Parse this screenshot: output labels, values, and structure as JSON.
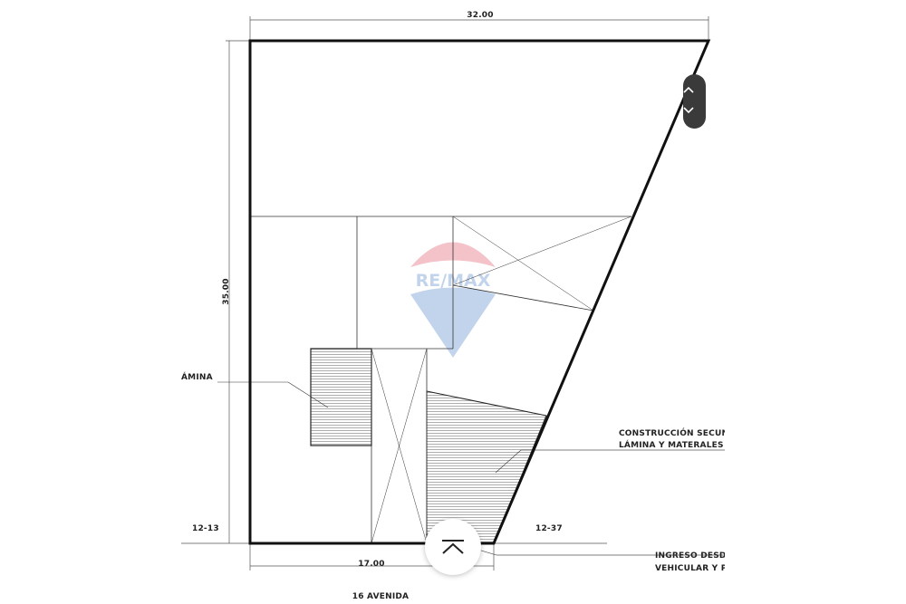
{
  "plan": {
    "dim_top": "32.00",
    "dim_left": "35.00",
    "dim_bottom": "17.00",
    "label_lamina": "ÁMINA",
    "label_construccion_1": "CONSTRUCCIÓN SECUND",
    "label_construccion_2": "LÁMINA Y MATERALES V",
    "label_left_corner": "12-13",
    "label_right_corner": "12-37",
    "label_ingreso_1": "INGRESO DESDE",
    "label_ingreso_2": "VEHICULAR Y PI",
    "street": "16 AVENIDA",
    "watermark": "RE/MAX"
  },
  "controls": {
    "scroll_up_icon": "chevron-up-icon",
    "scroll_down_icon": "chevron-down-icon",
    "back_to_top_icon": "chevron-up-bar-icon"
  },
  "colors": {
    "line": "#111111",
    "pill": "#3a3a3a",
    "watermark_red": "#e8a0a8",
    "watermark_blue": "#9bb8dc"
  }
}
